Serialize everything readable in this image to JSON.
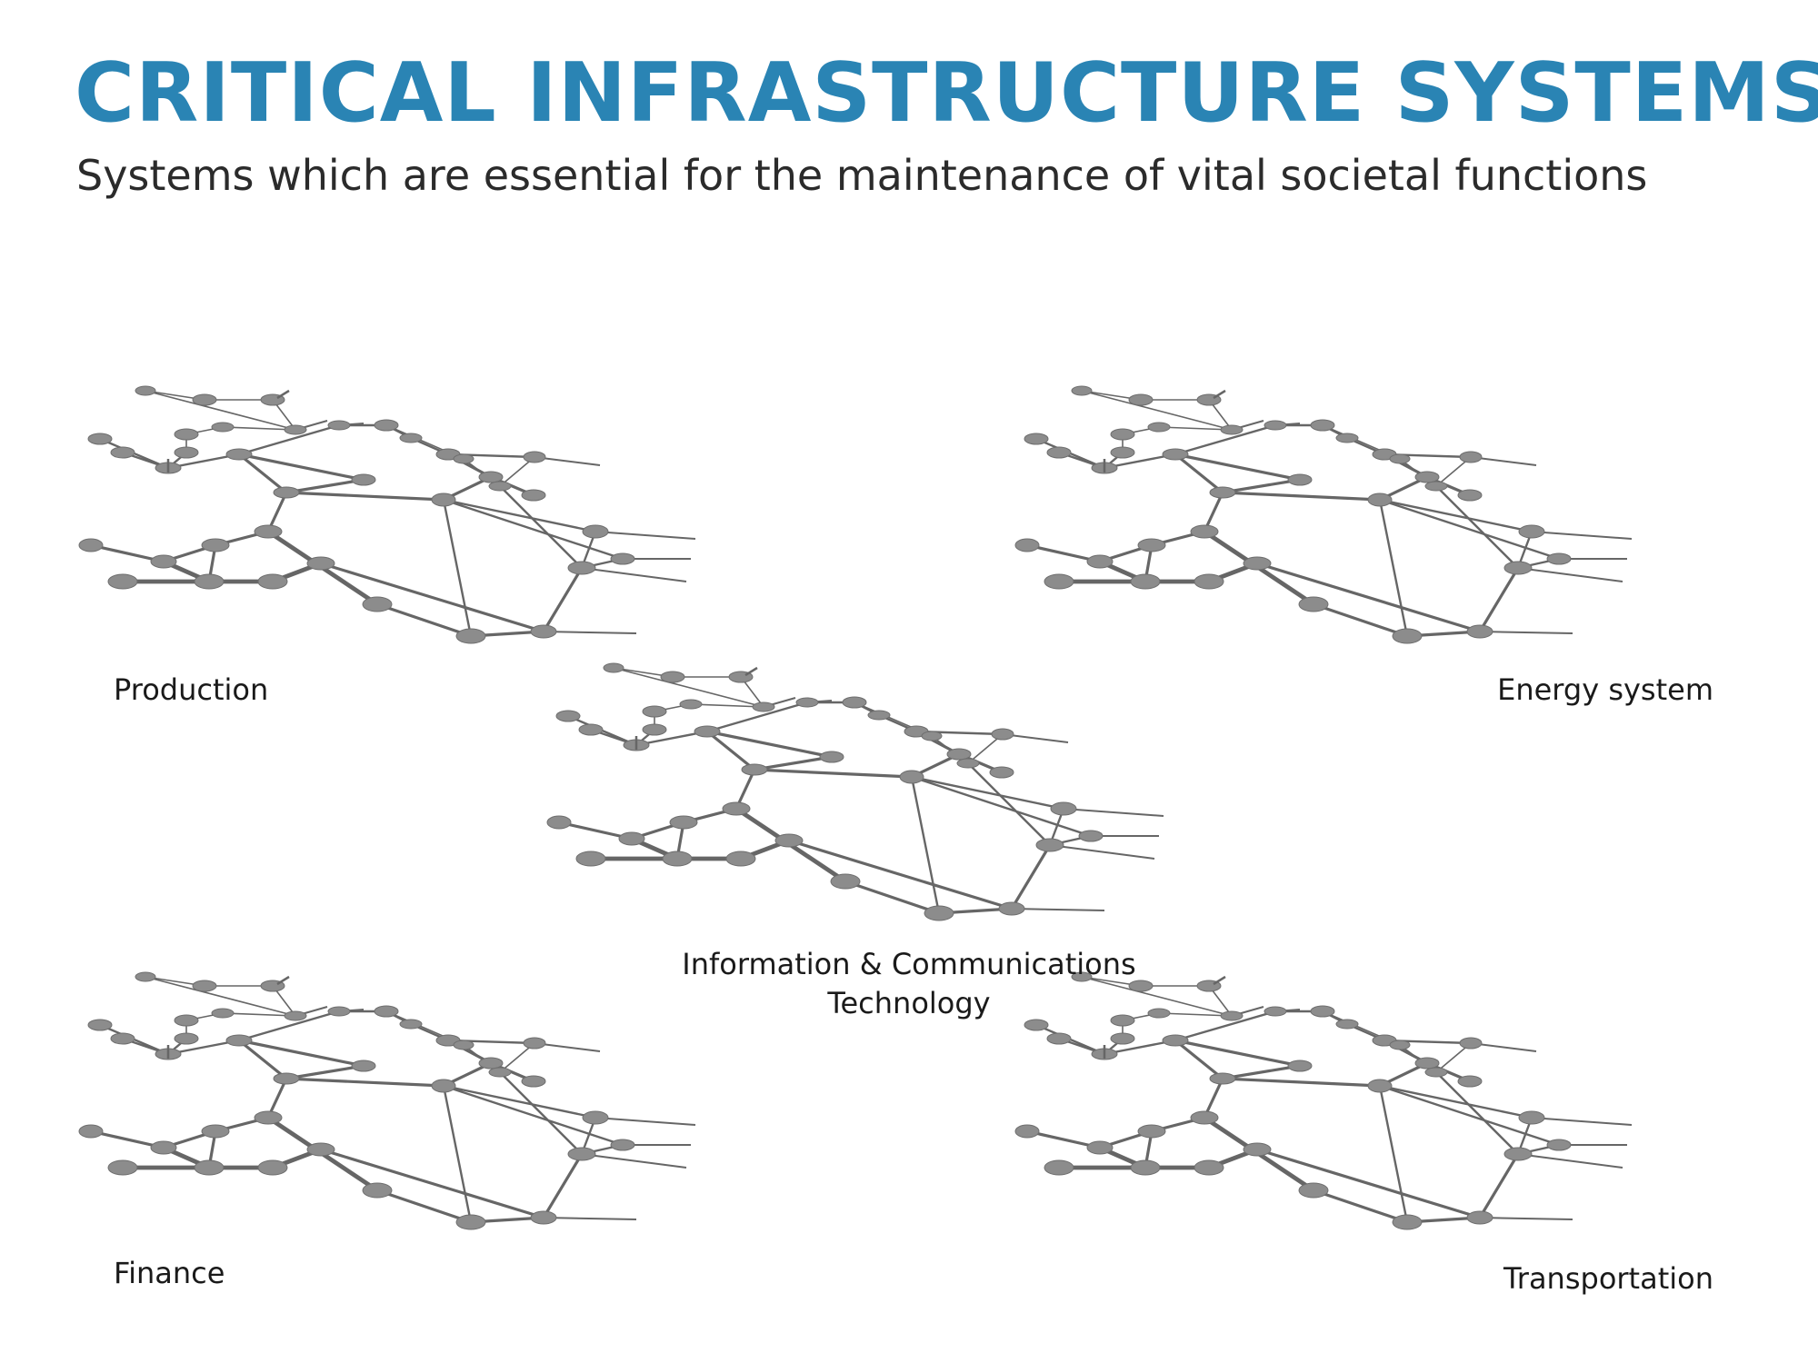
{
  "header": {
    "title": "CRITICAL INFRASTRUCTURE SYSTEMS",
    "subtitle": "Systems which are essential for the maintenance of vital societal functions"
  },
  "systems": [
    {
      "label": "Production"
    },
    {
      "label": "Energy system"
    },
    {
      "label": "Information & Communications\nTechnology"
    },
    {
      "label": "Finance"
    },
    {
      "label": "Transportation"
    }
  ],
  "colors": {
    "title": "#2a84b4",
    "subtitle": "#2b2b2b",
    "label": "#1a1a1a",
    "node": "#8c8c8c",
    "node_stroke": "#6e6e6e",
    "edge": "#666666"
  }
}
